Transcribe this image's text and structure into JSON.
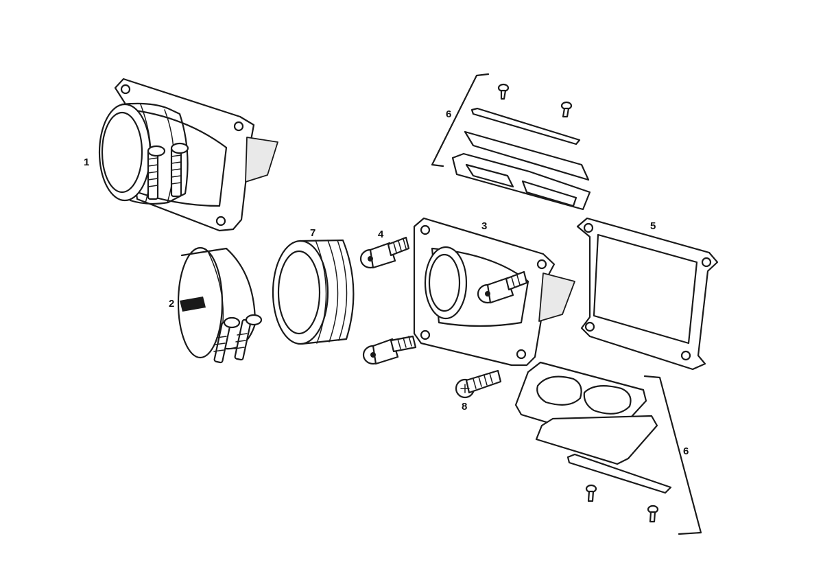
{
  "labels": {
    "p1": "1",
    "p2": "2",
    "p3": "3",
    "p4": "4",
    "p5": "5",
    "p6_top": "6",
    "p6_bottom": "6",
    "p7": "7",
    "p8": "8"
  },
  "colors": {
    "line": "#1a1a1a",
    "background": "#ffffff"
  }
}
